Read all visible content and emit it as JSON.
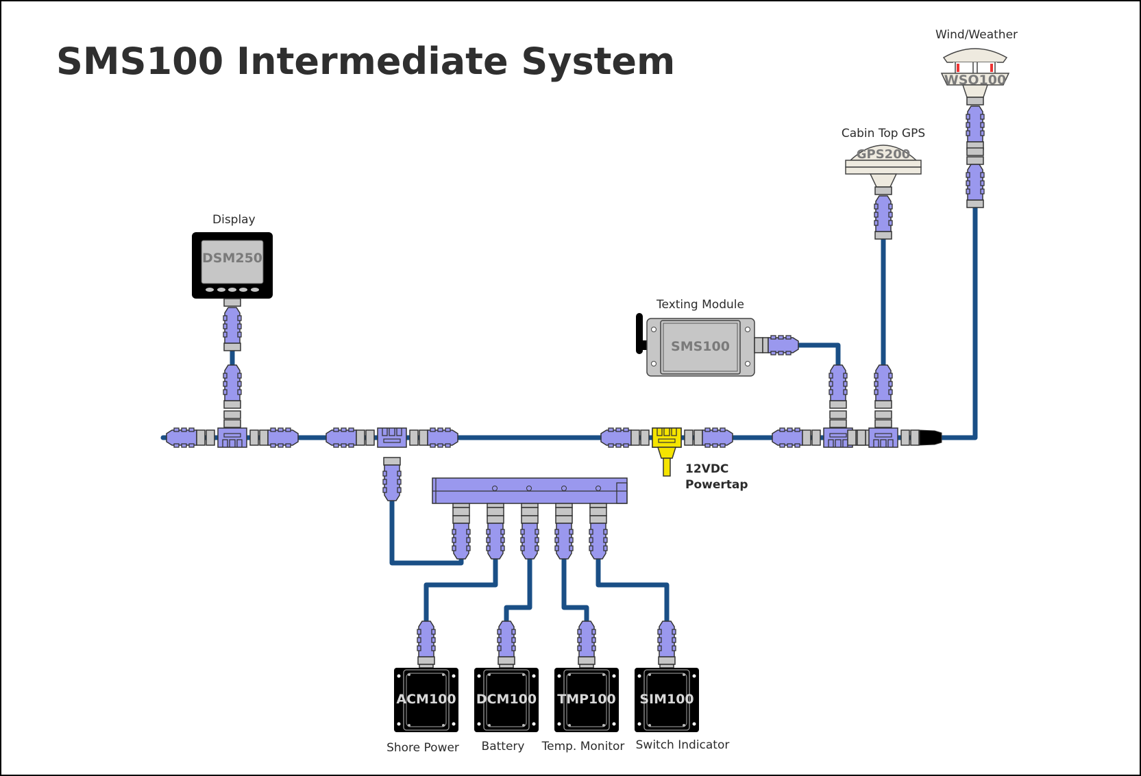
{
  "title": "SMS100 Intermediate System",
  "colors": {
    "cable": "#1a4f86",
    "connector": "#9a98ee",
    "coupling_ring": "#c6c6c6",
    "powertap": "#f5e400",
    "module_body": "#000000",
    "sensor_body": "#eeeadf"
  },
  "devices": {
    "display": {
      "label": "Display",
      "model": "DSM250"
    },
    "texting": {
      "label": "Texting Module",
      "model": "SMS100"
    },
    "gps": {
      "label": "Cabin Top GPS",
      "model": "GPS200"
    },
    "wind": {
      "label": "Wind/Weather",
      "model": "WSO100"
    },
    "powertap": {
      "label_line1": "12VDC",
      "label_line2": "Powertap"
    },
    "modules": [
      {
        "model": "ACM100",
        "label": "Shore Power"
      },
      {
        "model": "DCM100",
        "label": "Battery"
      },
      {
        "model": "TMP100",
        "label": "Temp. Monitor"
      },
      {
        "model": "SIM100",
        "label": "Switch Indicator"
      }
    ]
  }
}
